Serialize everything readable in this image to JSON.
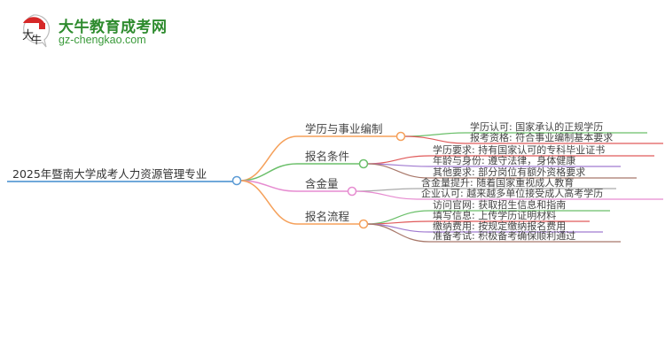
{
  "logo": {
    "title": "大牛教育成考网",
    "url": "gz-chengkao.com",
    "badge_text": "大牛",
    "brand_color": "#2e8b2e"
  },
  "mindmap": {
    "root": {
      "label": "2025年暨南大学成考人力资源管理专业",
      "color": "#5b9bd5"
    },
    "branches": [
      {
        "label": "学历与事业编制",
        "color": "#f5a05a",
        "leaves": [
          {
            "label": "学历认可: 国家承认的正规学历",
            "color": "#6abf69"
          },
          {
            "label": "报考资格: 符合事业编制基本要求",
            "color": "#e05a5a"
          }
        ]
      },
      {
        "label": "报名条件",
        "color": "#6abf69",
        "leaves": [
          {
            "label": "学历要求: 持有国家认可的专科毕业证书",
            "color": "#e05a5a"
          },
          {
            "label": "年龄与身份: 遵守法律，身体健康",
            "color": "#a07ad0"
          },
          {
            "label": "其他要求: 部分岗位有额外资格要求",
            "color": "#a8786a"
          }
        ]
      },
      {
        "label": "含金量",
        "color": "#e68bd0",
        "leaves": [
          {
            "label": "含金量提升: 随着国家重视成人教育",
            "color": "#aaaaaa"
          },
          {
            "label": "企业认可: 越来越多单位接受成人高考学历",
            "color": "#e68bd0"
          }
        ]
      },
      {
        "label": "报名流程",
        "color": "#f5a05a",
        "leaves": [
          {
            "label": "访问官网: 获取招生信息和指南",
            "color": "#6abf69"
          },
          {
            "label": "填写信息: 上传学历证明材料",
            "color": "#e05a5a"
          },
          {
            "label": "缴纳费用: 按规定缴纳报名费用",
            "color": "#a07ad0"
          },
          {
            "label": "准备考试: 积极备考确保顺利通过",
            "color": "#a8786a"
          }
        ]
      }
    ]
  }
}
